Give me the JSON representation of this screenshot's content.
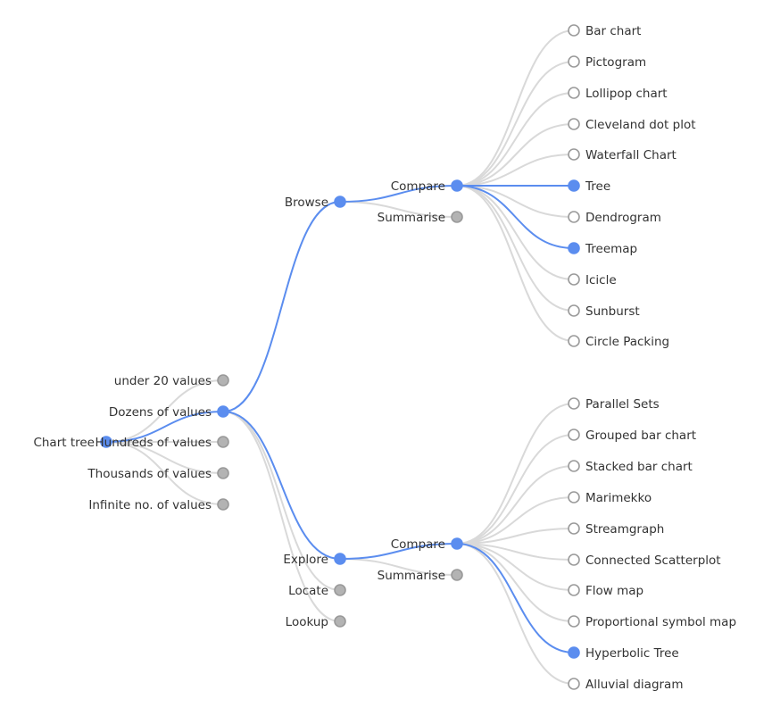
{
  "colors": {
    "active": "#5b8def",
    "collapsed": "#b3b3b3",
    "leaf_fill": "#ffffff",
    "leaf_stroke": "#9a9a9a",
    "link_default": "#d9d9d9",
    "link_active": "#5b8def",
    "text": "#333333"
  },
  "tree": {
    "id": "root",
    "label": "Chart tree",
    "state": "active",
    "children": [
      {
        "id": "under20",
        "label": "under 20 values",
        "state": "collapsed"
      },
      {
        "id": "dozens",
        "label": "Dozens of values",
        "state": "active",
        "children": [
          {
            "id": "browse",
            "label": "Browse",
            "state": "active",
            "children": [
              {
                "id": "browse-compare",
                "label": "Compare",
                "state": "active",
                "children": [
                  {
                    "id": "bar-chart",
                    "label": "Bar chart",
                    "state": "leaf"
                  },
                  {
                    "id": "pictogram",
                    "label": "Pictogram",
                    "state": "leaf"
                  },
                  {
                    "id": "lollipop-chart",
                    "label": "Lollipop chart",
                    "state": "leaf"
                  },
                  {
                    "id": "cleveland-dot-plot",
                    "label": "Cleveland dot plot",
                    "state": "leaf"
                  },
                  {
                    "id": "waterfall-chart",
                    "label": "Waterfall Chart",
                    "state": "leaf"
                  },
                  {
                    "id": "tree-chart",
                    "label": "Tree",
                    "state": "active"
                  },
                  {
                    "id": "dendrogram",
                    "label": "Dendrogram",
                    "state": "leaf"
                  },
                  {
                    "id": "treemap",
                    "label": "Treemap",
                    "state": "active"
                  },
                  {
                    "id": "icicle",
                    "label": "Icicle",
                    "state": "leaf"
                  },
                  {
                    "id": "sunburst",
                    "label": "Sunburst",
                    "state": "leaf"
                  },
                  {
                    "id": "circle-packing",
                    "label": "Circle Packing",
                    "state": "leaf"
                  }
                ]
              },
              {
                "id": "browse-summarise",
                "label": "Summarise",
                "state": "collapsed"
              }
            ]
          },
          {
            "id": "explore",
            "label": "Explore",
            "state": "active",
            "children": [
              {
                "id": "explore-compare",
                "label": "Compare",
                "state": "active",
                "children": [
                  {
                    "id": "parallel-sets",
                    "label": "Parallel Sets",
                    "state": "leaf"
                  },
                  {
                    "id": "grouped-bar-chart",
                    "label": "Grouped bar chart",
                    "state": "leaf"
                  },
                  {
                    "id": "stacked-bar-chart",
                    "label": "Stacked bar chart",
                    "state": "leaf"
                  },
                  {
                    "id": "marimekko",
                    "label": "Marimekko",
                    "state": "leaf"
                  },
                  {
                    "id": "streamgraph",
                    "label": "Streamgraph",
                    "state": "leaf"
                  },
                  {
                    "id": "connected-scatterplot",
                    "label": "Connected Scatterplot",
                    "state": "leaf"
                  },
                  {
                    "id": "flow-map",
                    "label": "Flow map",
                    "state": "leaf"
                  },
                  {
                    "id": "proportional-symbol-map",
                    "label": "Proportional symbol map",
                    "state": "leaf"
                  },
                  {
                    "id": "hyperbolic-tree",
                    "label": "Hyperbolic Tree",
                    "state": "active"
                  },
                  {
                    "id": "alluvial-diagram",
                    "label": "Alluvial diagram",
                    "state": "leaf"
                  }
                ]
              },
              {
                "id": "explore-summarise",
                "label": "Summarise",
                "state": "collapsed"
              }
            ]
          },
          {
            "id": "locate",
            "label": "Locate",
            "state": "collapsed"
          },
          {
            "id": "lookup",
            "label": "Lookup",
            "state": "collapsed"
          }
        ]
      },
      {
        "id": "hundreds",
        "label": "Hundreds of values",
        "state": "collapsed"
      },
      {
        "id": "thousands",
        "label": "Thousands of values",
        "state": "collapsed"
      },
      {
        "id": "infinite",
        "label": "Infinite no. of values",
        "state": "collapsed"
      }
    ]
  }
}
